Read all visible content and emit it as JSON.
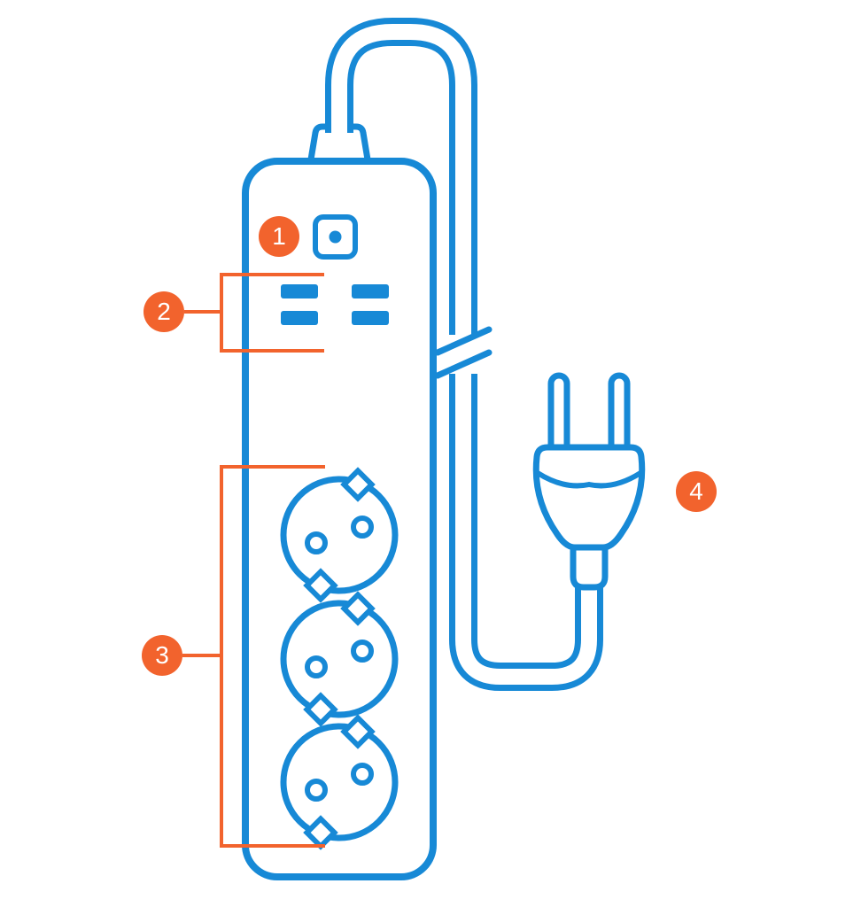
{
  "colors": {
    "blue": "#1789d6",
    "orange": "#f2632d",
    "surface": "#ffffff",
    "badge-text": "#ffffff"
  },
  "callouts": [
    {
      "label": "1",
      "points_to": "power-button-icon"
    },
    {
      "label": "2",
      "points_to": "usb-ports-icon"
    },
    {
      "label": "3",
      "points_to": "socket-outlets-icon"
    },
    {
      "label": "4",
      "points_to": "mains-plug-icon"
    }
  ],
  "parts": [
    {
      "name": "power-strip-body-icon",
      "count": 1
    },
    {
      "name": "power-cord-icon",
      "count": 1
    },
    {
      "name": "cord-break-icon",
      "count": 1
    },
    {
      "name": "power-button-icon",
      "count": 1
    },
    {
      "name": "usb-port-icon",
      "count": 4
    },
    {
      "name": "socket-outlet-icon",
      "count": 3
    },
    {
      "name": "mains-plug-icon",
      "count": 1
    }
  ]
}
